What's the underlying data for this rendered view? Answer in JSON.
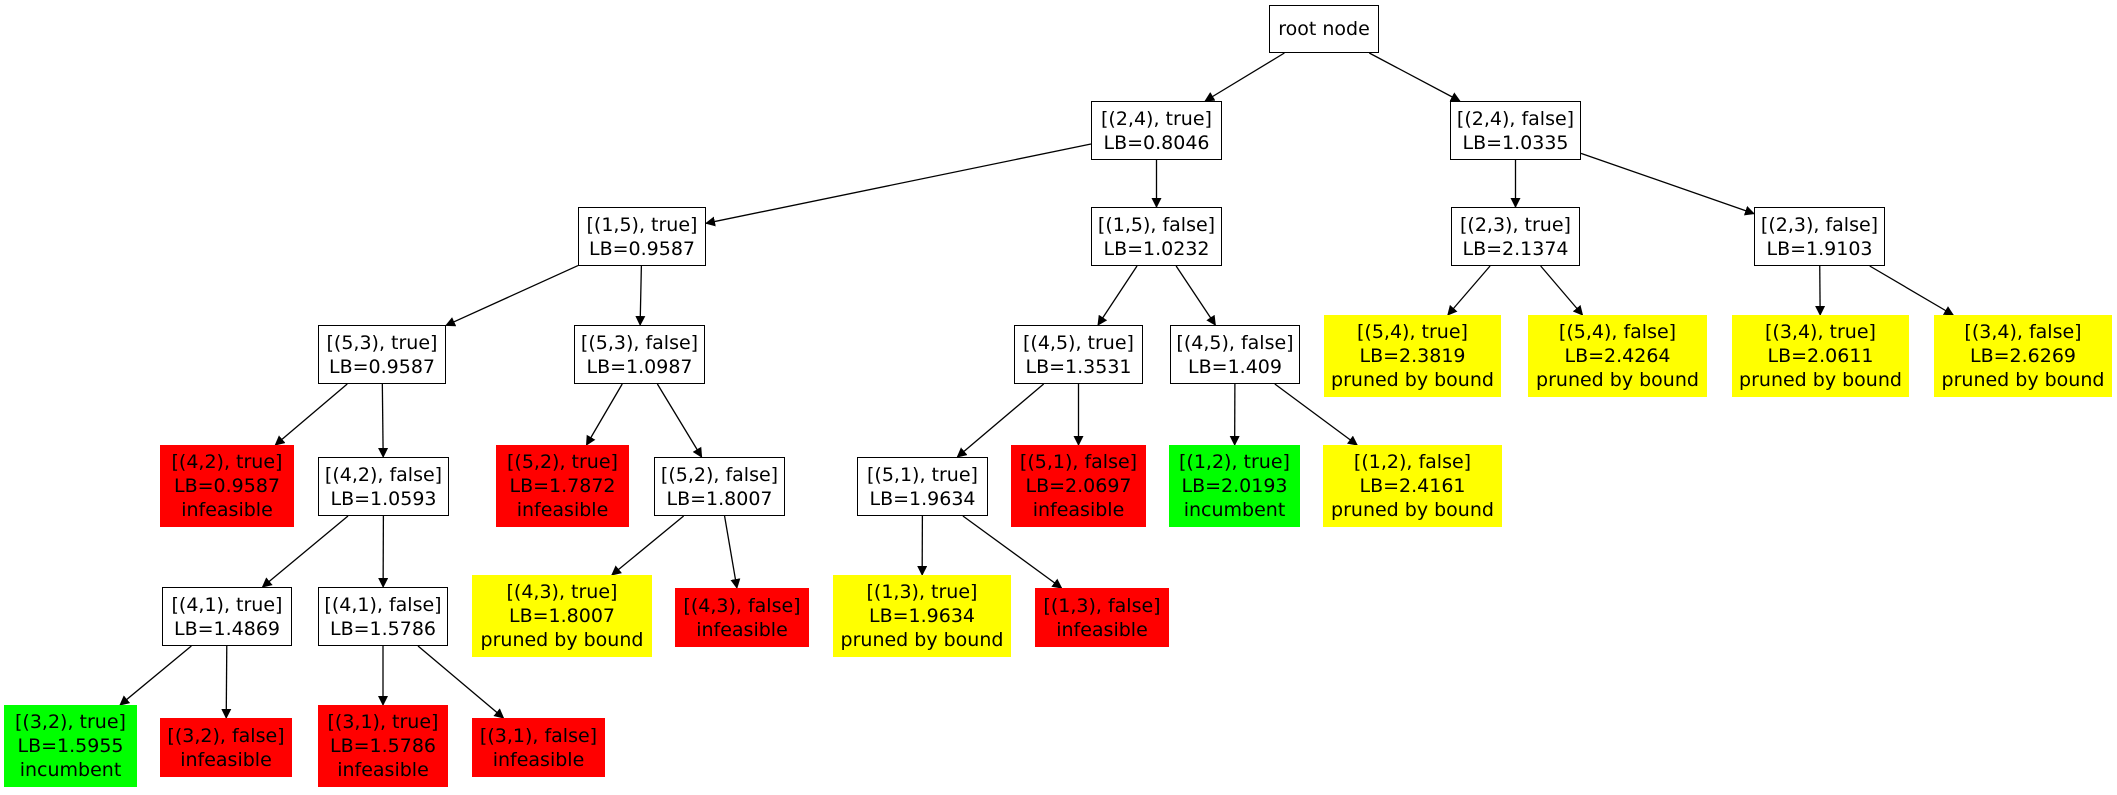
{
  "colors": {
    "infeasible": "#ff0000",
    "pruned": "#ffff00",
    "incumbent": "#00ff00",
    "open": "#ffffff",
    "edge": "#000000"
  },
  "nodes": [
    {
      "id": "root",
      "lines": [
        "root node"
      ],
      "style": "box"
    },
    {
      "id": "n24t",
      "lines": [
        "[(2,4), true]",
        "LB=0.8046"
      ],
      "style": "box"
    },
    {
      "id": "n24f",
      "lines": [
        "[(2,4), false]",
        "LB=1.0335"
      ],
      "style": "box"
    },
    {
      "id": "n15t",
      "lines": [
        "[(1,5), true]",
        "LB=0.9587"
      ],
      "style": "box"
    },
    {
      "id": "n15f",
      "lines": [
        "[(1,5), false]",
        "LB=1.0232"
      ],
      "style": "box"
    },
    {
      "id": "n23t",
      "lines": [
        "[(2,3), true]",
        "LB=2.1374"
      ],
      "style": "box"
    },
    {
      "id": "n23f",
      "lines": [
        "[(2,3), false]",
        "LB=1.9103"
      ],
      "style": "box"
    },
    {
      "id": "n53t",
      "lines": [
        "[(5,3), true]",
        "LB=0.9587"
      ],
      "style": "box"
    },
    {
      "id": "n53f",
      "lines": [
        "[(5,3), false]",
        "LB=1.0987"
      ],
      "style": "box"
    },
    {
      "id": "n45t",
      "lines": [
        "[(4,5), true]",
        "LB=1.3531"
      ],
      "style": "box"
    },
    {
      "id": "n45f",
      "lines": [
        "[(4,5), false]",
        "LB=1.409"
      ],
      "style": "box"
    },
    {
      "id": "n54t",
      "lines": [
        "[(5,4), true]",
        "LB=2.3819",
        "pruned by bound"
      ],
      "style": "yellow"
    },
    {
      "id": "n54f",
      "lines": [
        "[(5,4), false]",
        "LB=2.4264",
        "pruned by bound"
      ],
      "style": "yellow"
    },
    {
      "id": "n34t",
      "lines": [
        "[(3,4), true]",
        "LB=2.0611",
        "pruned by bound"
      ],
      "style": "yellow"
    },
    {
      "id": "n34f",
      "lines": [
        "[(3,4), false]",
        "LB=2.6269",
        "pruned by bound"
      ],
      "style": "yellow"
    },
    {
      "id": "n42t",
      "lines": [
        "[(4,2), true]",
        "LB=0.9587",
        "infeasible"
      ],
      "style": "red"
    },
    {
      "id": "n42f",
      "lines": [
        "[(4,2), false]",
        "LB=1.0593"
      ],
      "style": "box"
    },
    {
      "id": "n52t",
      "lines": [
        "[(5,2), true]",
        "LB=1.7872",
        "infeasible"
      ],
      "style": "red"
    },
    {
      "id": "n52f",
      "lines": [
        "[(5,2), false]",
        "LB=1.8007"
      ],
      "style": "box"
    },
    {
      "id": "n51t",
      "lines": [
        "[(5,1), true]",
        "LB=1.9634"
      ],
      "style": "box"
    },
    {
      "id": "n51f",
      "lines": [
        "[(5,1), false]",
        "LB=2.0697",
        "infeasible"
      ],
      "style": "red"
    },
    {
      "id": "n12t",
      "lines": [
        "[(1,2), true]",
        "LB=2.0193",
        "incumbent"
      ],
      "style": "green"
    },
    {
      "id": "n12f",
      "lines": [
        "[(1,2), false]",
        "LB=2.4161",
        "pruned by bound"
      ],
      "style": "yellow"
    },
    {
      "id": "n41t",
      "lines": [
        "[(4,1), true]",
        "LB=1.4869"
      ],
      "style": "box"
    },
    {
      "id": "n41f",
      "lines": [
        "[(4,1), false]",
        "LB=1.5786"
      ],
      "style": "box"
    },
    {
      "id": "n43t",
      "lines": [
        "[(4,3), true]",
        "LB=1.8007",
        "pruned by bound"
      ],
      "style": "yellow"
    },
    {
      "id": "n43f",
      "lines": [
        "[(4,3), false]",
        "infeasible"
      ],
      "style": "red"
    },
    {
      "id": "n13t",
      "lines": [
        "[(1,3), true]",
        "LB=1.9634",
        "pruned by bound"
      ],
      "style": "yellow"
    },
    {
      "id": "n13f",
      "lines": [
        "[(1,3), false]",
        "infeasible"
      ],
      "style": "red"
    },
    {
      "id": "n32t",
      "lines": [
        "[(3,2), true]",
        "LB=1.5955",
        "incumbent"
      ],
      "style": "green"
    },
    {
      "id": "n32f",
      "lines": [
        "[(3,2), false]",
        "infeasible"
      ],
      "style": "red"
    },
    {
      "id": "n31t",
      "lines": [
        "[(3,1), true]",
        "LB=1.5786",
        "infeasible"
      ],
      "style": "red"
    },
    {
      "id": "n31f",
      "lines": [
        "[(3,1), false]",
        "infeasible"
      ],
      "style": "red"
    }
  ],
  "edges": [
    [
      "root",
      "n24t"
    ],
    [
      "root",
      "n24f"
    ],
    [
      "n24t",
      "n15t"
    ],
    [
      "n24t",
      "n15f"
    ],
    [
      "n24f",
      "n23t"
    ],
    [
      "n24f",
      "n23f"
    ],
    [
      "n15t",
      "n53t"
    ],
    [
      "n15t",
      "n53f"
    ],
    [
      "n15f",
      "n45t"
    ],
    [
      "n15f",
      "n45f"
    ],
    [
      "n23t",
      "n54t"
    ],
    [
      "n23t",
      "n54f"
    ],
    [
      "n23f",
      "n34t"
    ],
    [
      "n23f",
      "n34f"
    ],
    [
      "n53t",
      "n42t"
    ],
    [
      "n53t",
      "n42f"
    ],
    [
      "n53f",
      "n52t"
    ],
    [
      "n53f",
      "n52f"
    ],
    [
      "n45t",
      "n51t"
    ],
    [
      "n45t",
      "n51f"
    ],
    [
      "n45f",
      "n12t"
    ],
    [
      "n45f",
      "n12f"
    ],
    [
      "n42f",
      "n41t"
    ],
    [
      "n42f",
      "n41f"
    ],
    [
      "n52f",
      "n43t"
    ],
    [
      "n52f",
      "n43f"
    ],
    [
      "n51t",
      "n13t"
    ],
    [
      "n51t",
      "n13f"
    ],
    [
      "n41t",
      "n32t"
    ],
    [
      "n41t",
      "n32f"
    ],
    [
      "n41f",
      "n31t"
    ],
    [
      "n41f",
      "n31f"
    ]
  ]
}
